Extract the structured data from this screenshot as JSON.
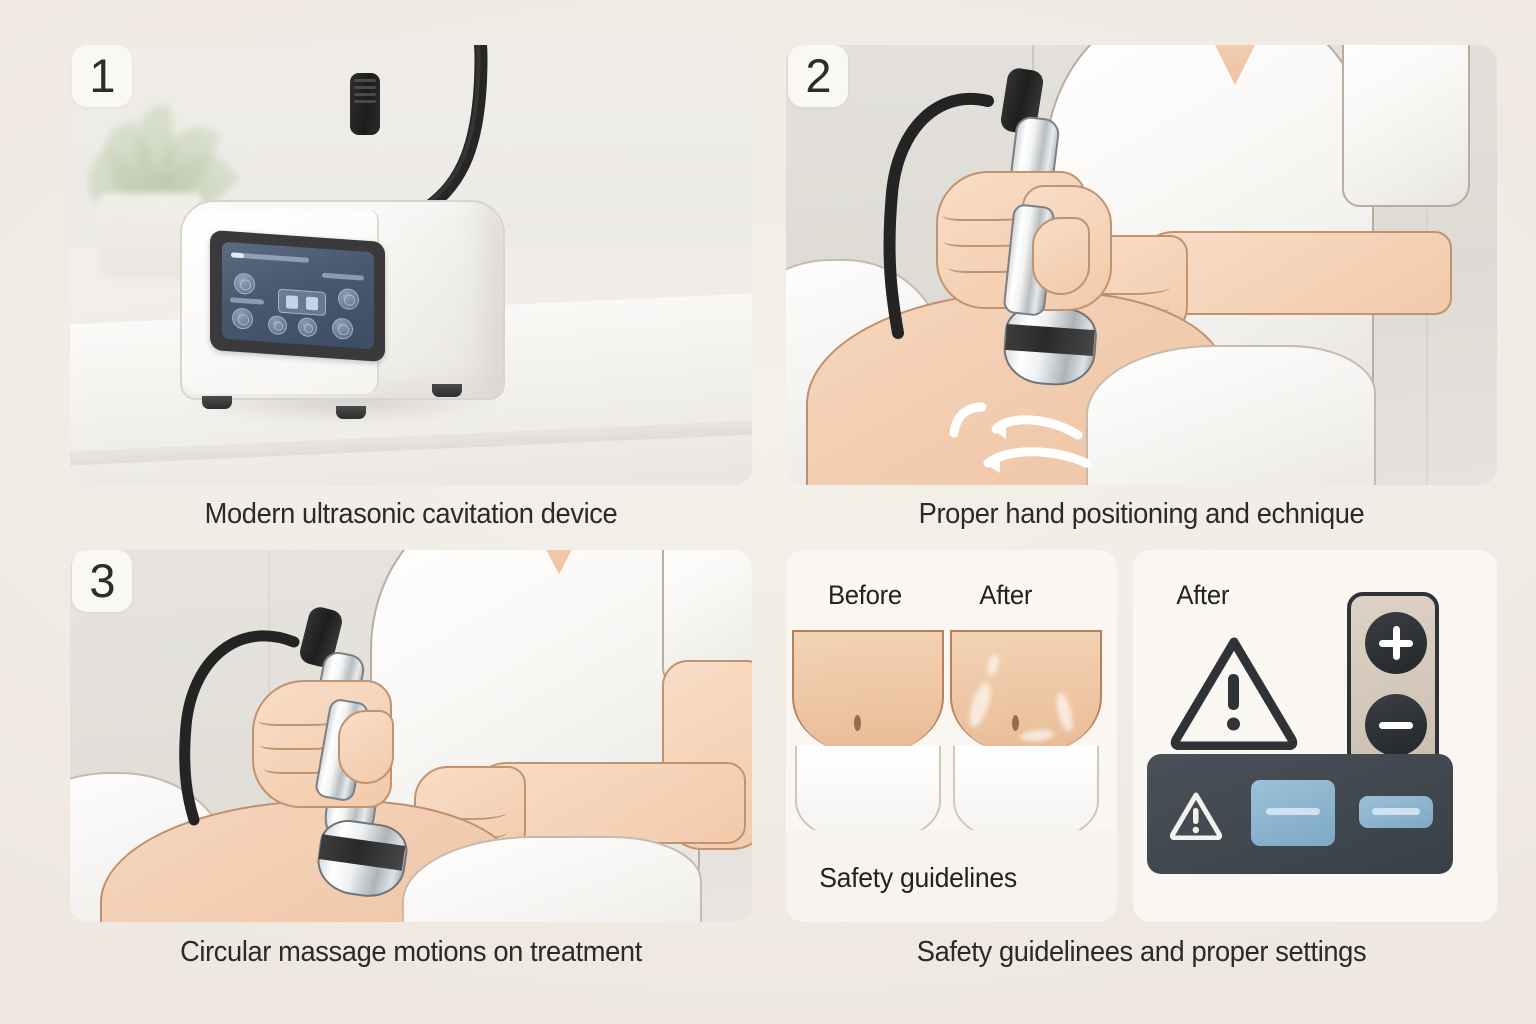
{
  "meta": {
    "background_color": "#f1ece6",
    "caption_color": "#2a2a2a",
    "badge_bg": "#faf8f4",
    "panel_bg": "#eceae6",
    "accent_slate": "#3a4048",
    "accent_blue": "#8fb4cf",
    "skin_color": "#f0c9a8",
    "device_screen_color": "#47586f"
  },
  "panels": [
    {
      "number": "1",
      "caption": "Modern ultrasonic cavitation device",
      "scene": "device-on-table",
      "device": {
        "screen_icons": [
          "power-icon",
          "wave-icon",
          "timer-icon",
          "droplet-icon",
          "intensity-icon",
          "mode-icon"
        ],
        "has_cable": true,
        "has_plug": true
      }
    },
    {
      "number": "2",
      "caption": "Proper hand positioning and echnique",
      "scene": "therapist-holding-wand",
      "motion_arrows": 2
    },
    {
      "number": "3",
      "caption": "Circular massage motions on treatment",
      "scene": "therapist-circular-massage",
      "motion_arrows": 0
    },
    {
      "number": "",
      "caption": "Safety guidelinees and proper settings",
      "scene": "safety-and-settings",
      "subcards": [
        {
          "id": "before-after-card",
          "labels": [
            "Before",
            "After"
          ],
          "footer": "Safety guidelines"
        },
        {
          "id": "settings-card",
          "labels": [
            "After"
          ],
          "icons": [
            "warning-triangle-icon",
            "plus-icon",
            "minus-icon",
            "small-warning-triangle-icon"
          ],
          "buttons": [
            "minus-button-large",
            "minus-button-small"
          ]
        }
      ]
    }
  ]
}
